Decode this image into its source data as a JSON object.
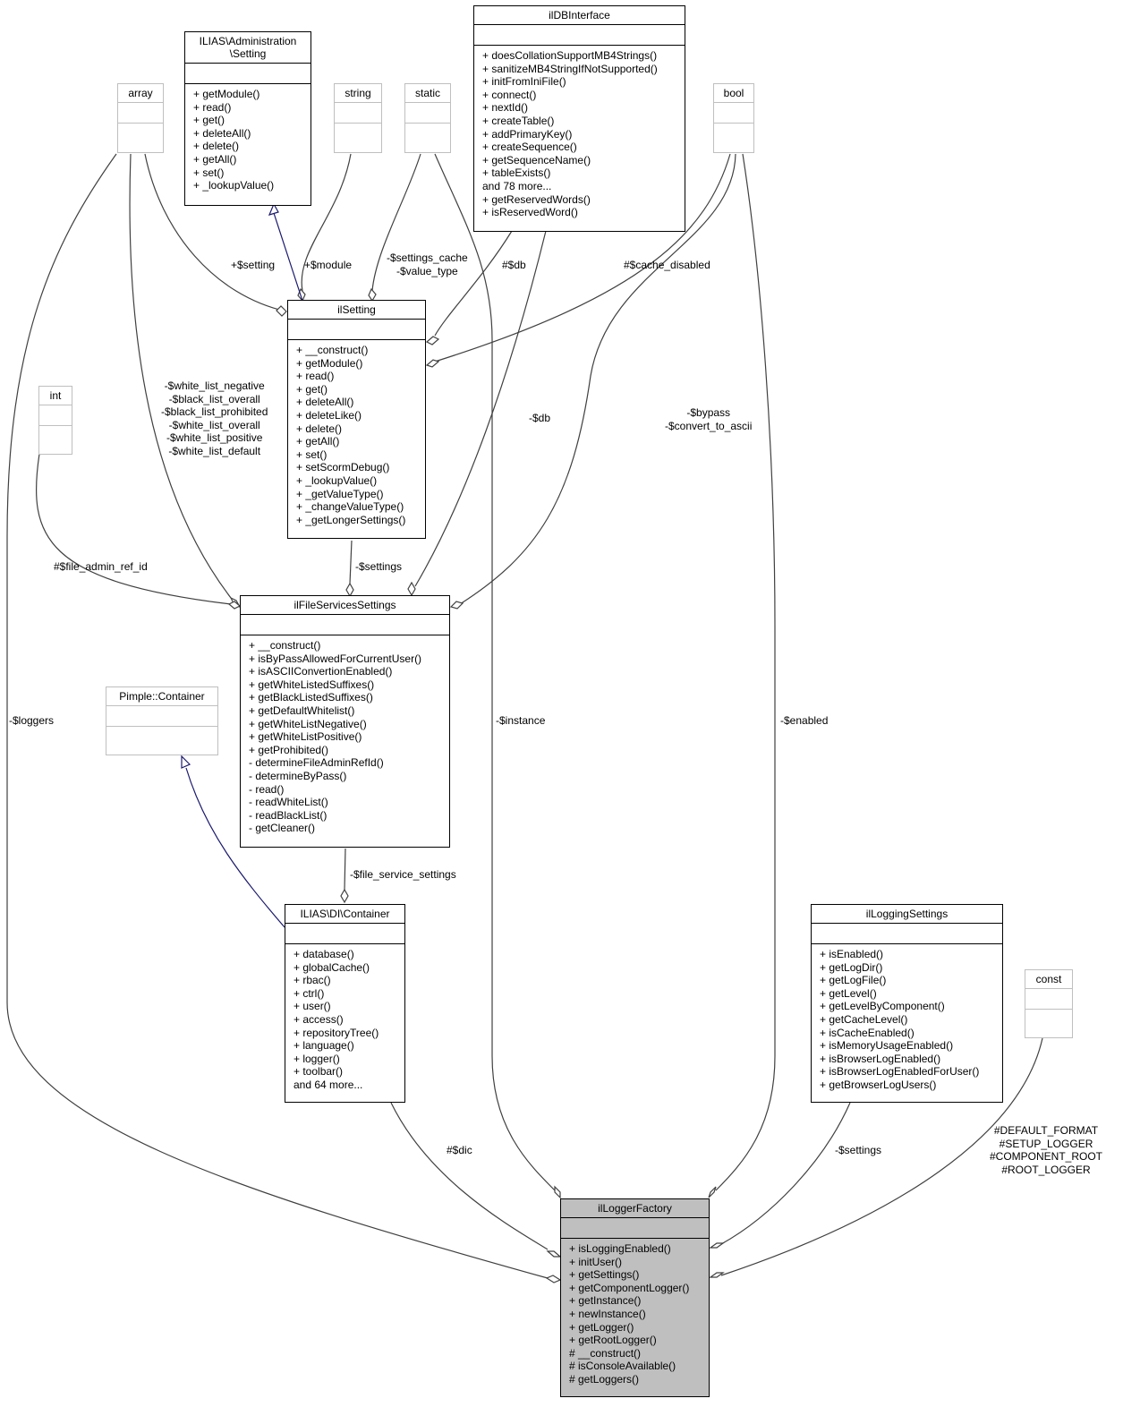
{
  "classes": {
    "array": {
      "name": "array",
      "methods": []
    },
    "admin_setting": {
      "name": "ILIAS\\Administration\n\\Setting",
      "methods": [
        "+ getModule()",
        "+ read()",
        "+ get()",
        "+ deleteAll()",
        "+ delete()",
        "+ getAll()",
        "+ set()",
        "+ _lookupValue()"
      ]
    },
    "string": {
      "name": "string",
      "methods": []
    },
    "static": {
      "name": "static",
      "methods": []
    },
    "ildbinterface": {
      "name": "ilDBInterface",
      "methods": [
        "+ doesCollationSupportMB4Strings()",
        "+ sanitizeMB4StringIfNotSupported()",
        "+ initFromIniFile()",
        "+ connect()",
        "+ nextId()",
        "+ createTable()",
        "+ addPrimaryKey()",
        "+ createSequence()",
        "+ getSequenceName()",
        "+ tableExists()",
        "and 78 more...",
        "+ getReservedWords()",
        "+ isReservedWord()"
      ]
    },
    "bool": {
      "name": "bool",
      "methods": []
    },
    "int": {
      "name": "int",
      "methods": []
    },
    "ilsetting": {
      "name": "ilSetting",
      "methods": [
        "+ __construct()",
        "+ getModule()",
        "+ read()",
        "+ get()",
        "+ deleteAll()",
        "+ deleteLike()",
        "+ delete()",
        "+ getAll()",
        "+ set()",
        "+ setScormDebug()",
        "+ _lookupValue()",
        "+ _getValueType()",
        "+ _changeValueType()",
        "+ _getLongerSettings()"
      ]
    },
    "pimple": {
      "name": "Pimple::Container",
      "methods": []
    },
    "filesettings": {
      "name": "ilFileServicesSettings",
      "methods": [
        "+ __construct()",
        "+ isByPassAllowedForCurrentUser()",
        "+ isASCIIConvertionEnabled()",
        "+ getWhiteListedSuffixes()",
        "+ getBlackListedSuffixes()",
        "+ getDefaultWhitelist()",
        "+ getWhiteListNegative()",
        "+ getWhiteListPositive()",
        "+ getProhibited()",
        "- determineFileAdminRefId()",
        "- determineByPass()",
        "- read()",
        "- readWhiteList()",
        "- readBlackList()",
        "- getCleaner()"
      ]
    },
    "dicontainer": {
      "name": "ILIAS\\DI\\Container",
      "methods": [
        "+ database()",
        "+ globalCache()",
        "+ rbac()",
        "+ ctrl()",
        "+ user()",
        "+ access()",
        "+ repositoryTree()",
        "+ language()",
        "+ logger()",
        "+ toolbar()",
        "and 64 more..."
      ]
    },
    "loggingsettings": {
      "name": "ilLoggingSettings",
      "methods": [
        "+ isEnabled()",
        "+ getLogDir()",
        "+ getLogFile()",
        "+ getLevel()",
        "+ getLevelByComponent()",
        "+ getCacheLevel()",
        "+ isCacheEnabled()",
        "+ isMemoryUsageEnabled()",
        "+ isBrowserLogEnabled()",
        "+ isBrowserLogEnabledForUser()",
        "+ getBrowserLogUsers()"
      ]
    },
    "const": {
      "name": "const",
      "methods": []
    },
    "loggerfactory": {
      "name": "ilLoggerFactory",
      "methods": [
        "+ isLoggingEnabled()",
        "+ initUser()",
        "+ getSettings()",
        "+ getComponentLogger()",
        "+ getInstance()",
        "+ newInstance()",
        "+ getLogger()",
        "+ getRootLogger()",
        "# __construct()",
        "# isConsoleAvailable()",
        "# getLoggers()"
      ]
    }
  },
  "edge_labels": {
    "setting": "+$setting",
    "module": "+$module",
    "settings_cache": "-$settings_cache\n-$value_type",
    "db_setting": "#$db",
    "cache_disabled": "#$cache_disabled",
    "white_lists": "-$white_list_negative\n-$black_list_overall\n-$black_list_prohibited\n-$white_list_overall\n-$white_list_positive\n-$white_list_default",
    "db_files": "-$db",
    "bypass": "-$bypass\n-$convert_to_ascii",
    "file_admin_ref_id": "#$file_admin_ref_id",
    "settings_files": "-$settings",
    "loggers": "-$loggers",
    "instance": "-$instance",
    "enabled": "-$enabled",
    "file_service_settings": "-$file_service_settings",
    "dic": "#$dic",
    "logger_settings": "-$settings",
    "constants": "#DEFAULT_FORMAT\n#SETUP_LOGGER\n#COMPONENT_ROOT\n#ROOT_LOGGER"
  },
  "colors": {
    "focus_fill": "#bfbfbf",
    "edge": "#404040",
    "inherit": "#191970",
    "grey_border": "#bfbfbf"
  }
}
